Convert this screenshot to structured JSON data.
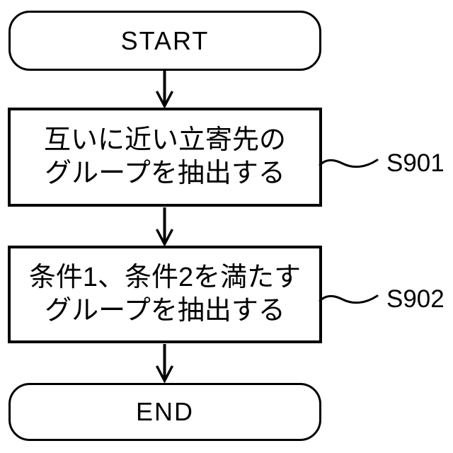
{
  "figure": {
    "type": "flowchart",
    "background": "#ffffff",
    "line_color": "#000000",
    "terminals": {
      "start": "START",
      "end": "END"
    },
    "steps": [
      {
        "id": "S901",
        "lines": [
          "互いに近い立寄先の",
          "グループを抽出する"
        ]
      },
      {
        "id": "S902",
        "lines": [
          "条件1、条件2を満たす",
          "グループを抽出する"
        ]
      }
    ]
  }
}
